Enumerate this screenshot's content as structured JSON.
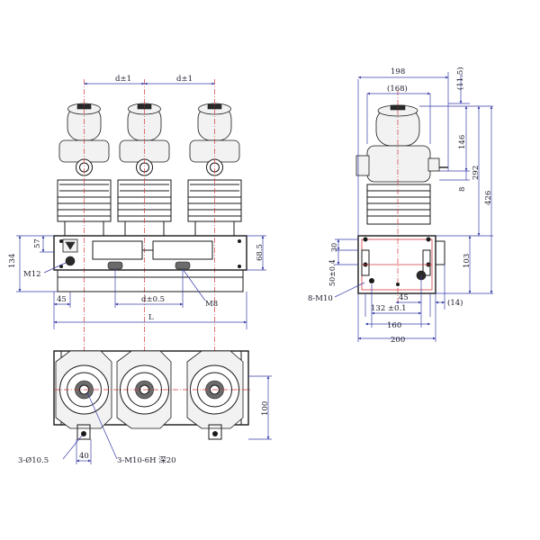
{
  "front_view": {
    "dim_pitch_left": "d±1",
    "dim_pitch_right": "d±1",
    "dim_total_height": "134",
    "dim_57": "57",
    "dim_68_5": "68.5",
    "dim_45": "45",
    "dim_d05": "d±0.5",
    "dim_length": "L",
    "label_m12": "M12",
    "label_m8": "M8"
  },
  "side_view": {
    "dim_198": "198",
    "dim_168": "(168)",
    "dim_11_5": "(11.5)",
    "dim_146": "146",
    "dim_8": "8",
    "dim_292": "292",
    "dim_426": "426",
    "dim_30": "30",
    "dim_50_4": "50±0.4",
    "dim_103": "103",
    "dim_45": "45",
    "dim_14": "(14)",
    "dim_132": "132 ±0.1",
    "dim_160": "160",
    "dim_200": "200",
    "label_8m10": "8-M10"
  },
  "top_view": {
    "dim_100": "100",
    "dim_40": "40",
    "label_holes": "3-Ø10.5",
    "label_threads": "3-M10-6H 深20"
  }
}
